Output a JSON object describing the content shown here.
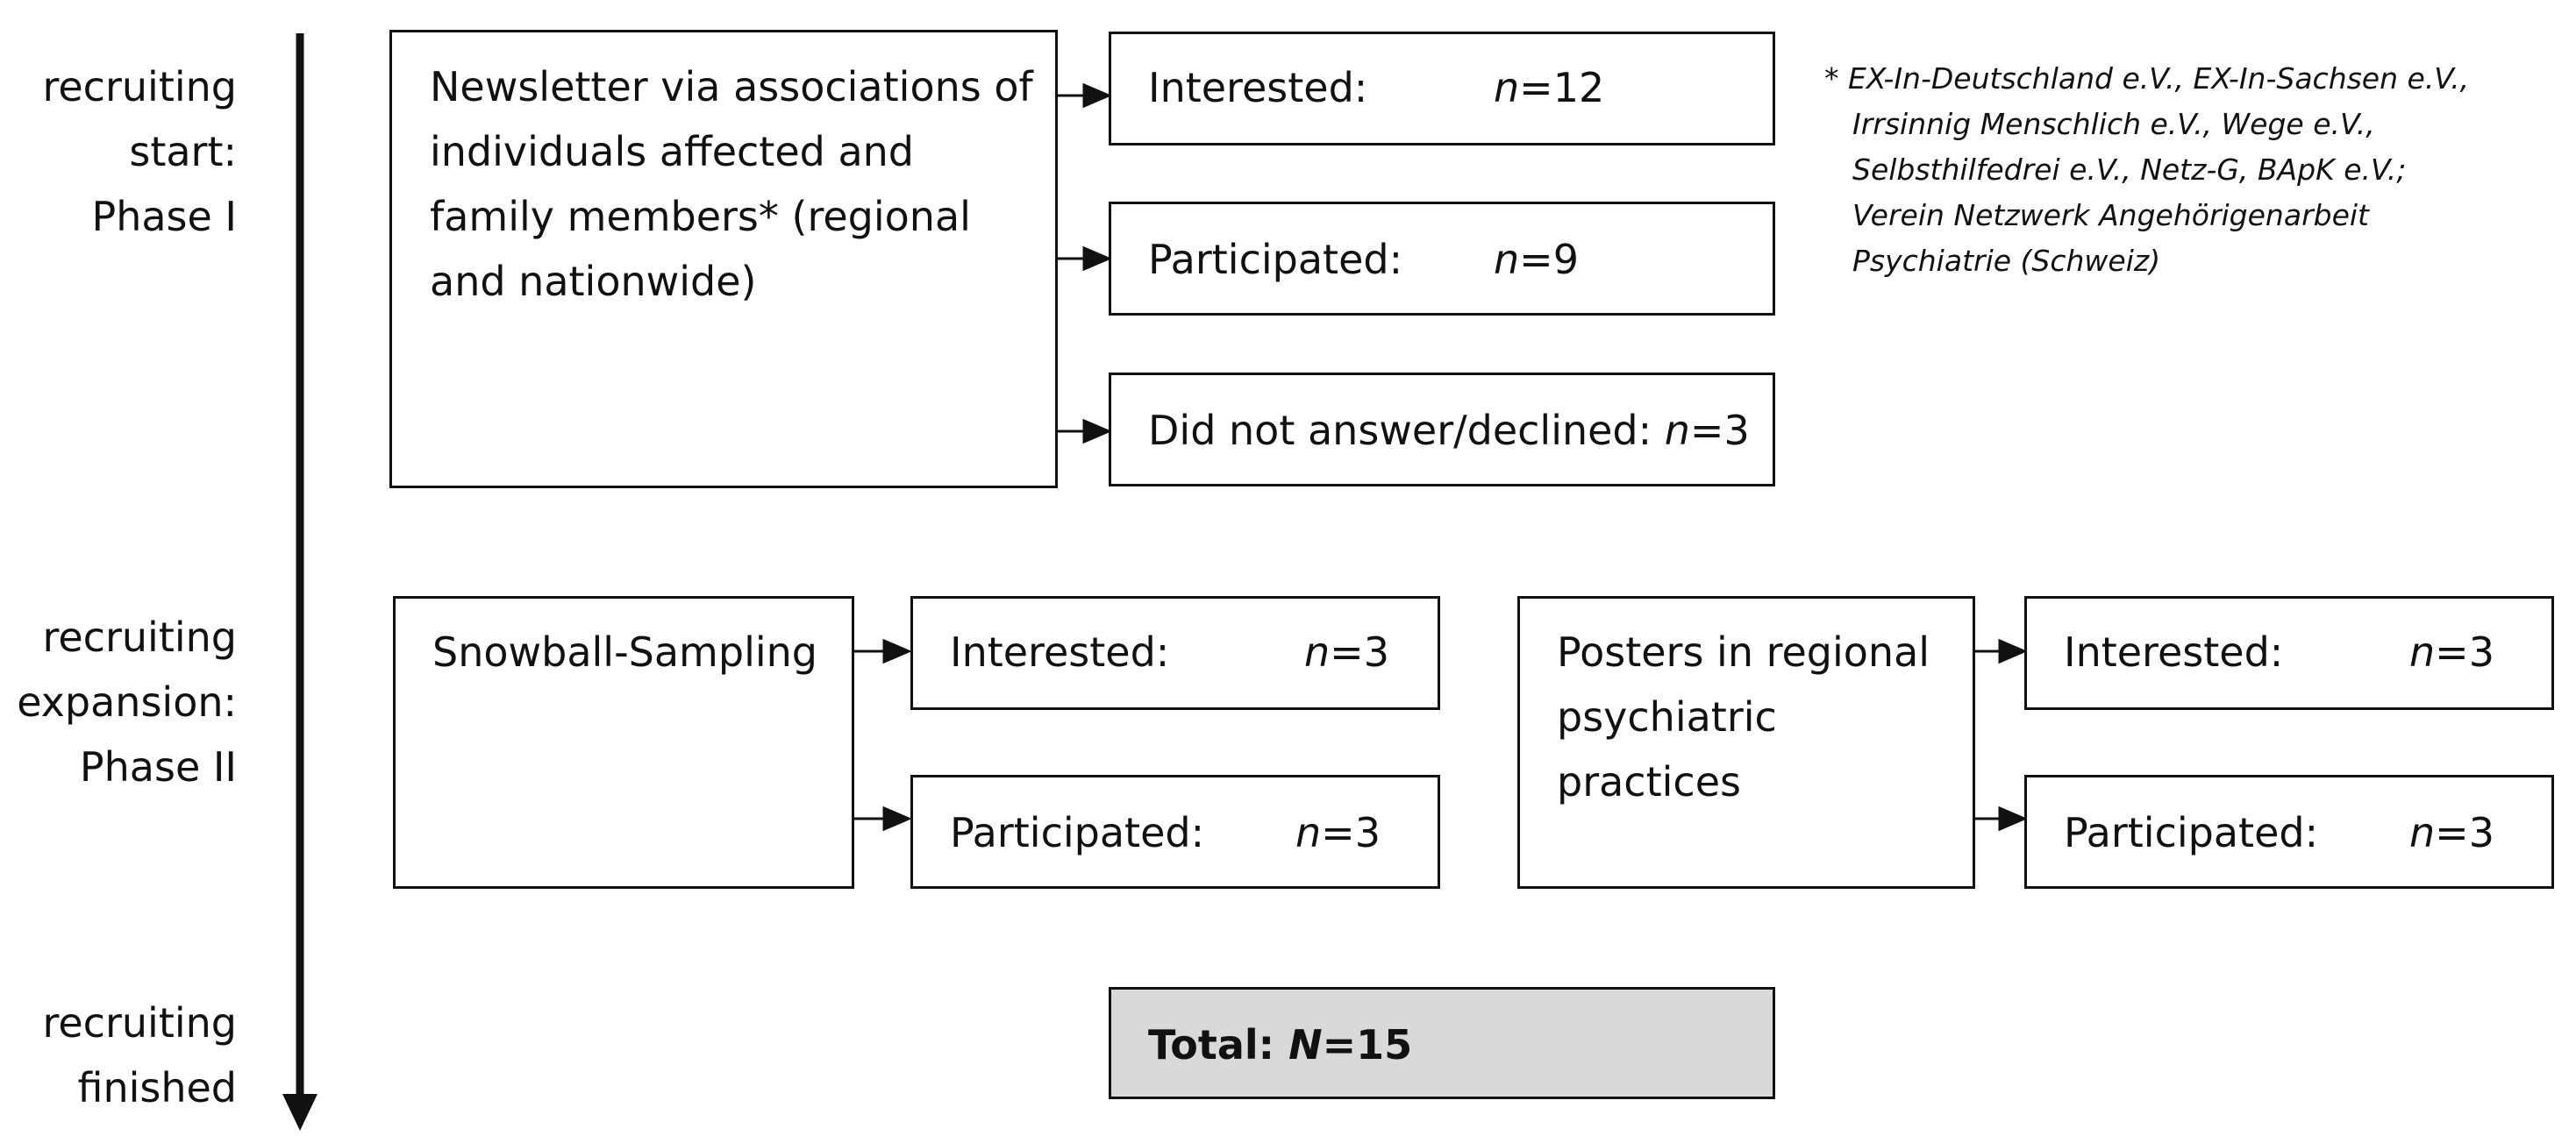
{
  "timeline": {
    "stage1": [
      "recruiting",
      "start:",
      "Phase I"
    ],
    "stage2": [
      "recruiting",
      "expansion:",
      "Phase II"
    ],
    "stage3": [
      "recruiting",
      "finished"
    ]
  },
  "newsletter": {
    "lines": [
      "Newsletter via associations of",
      "individuals affected and",
      "family members* (regional",
      "and nationwide)"
    ]
  },
  "phase1_outcomes": [
    {
      "label": "Interested:",
      "n": "12"
    },
    {
      "label": "Participated:",
      "n": "9"
    },
    {
      "label": "Did not answer/declined:",
      "n": "3"
    }
  ],
  "footnote": {
    "lines": [
      "* EX-In-Deutschland e.V., EX-In-Sachsen e.V.,",
      "Irrsinnig Menschlich e.V., Wege e.V.,",
      "Selbsthilfedrei e.V., Netz-G, BApK e.V.;",
      "Verein Netzwerk Angehörigenarbeit",
      "Psychiatrie (Schweiz)"
    ]
  },
  "snowball": {
    "title": "Snowball-Sampling",
    "outcomes": [
      {
        "label": "Interested:",
        "n": "3"
      },
      {
        "label": "Participated:",
        "n": "3"
      }
    ]
  },
  "posters": {
    "lines": [
      "Posters in regional",
      "psychiatric",
      "practices"
    ],
    "outcomes": [
      {
        "label": "Interested:",
        "n": "3"
      },
      {
        "label": "Participated:",
        "n": "3"
      }
    ]
  },
  "total": {
    "label": "Total:",
    "symbol": "N",
    "value": "15"
  },
  "n_symbol": "n"
}
